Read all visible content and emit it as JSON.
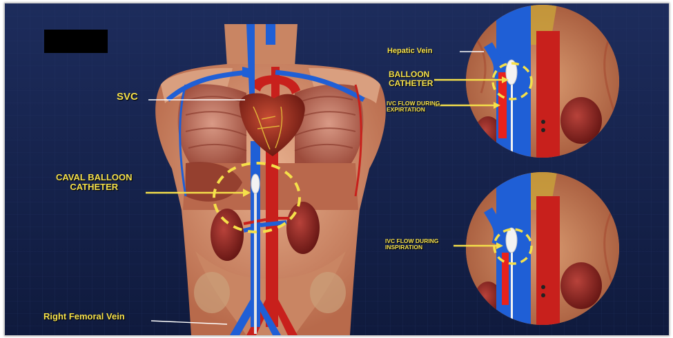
{
  "labels": {
    "svc": "SVC",
    "caval_line1": "CAVAL BALLOON",
    "caval_line2": "CATHETER",
    "right_femoral": "Right Femoral Vein",
    "hepatic": "Hepatic Vein",
    "balloon_line1": "BALLOON",
    "balloon_line2": "CATHETER",
    "exp_line1": "IVC FLOW DURING",
    "exp_line2": "EXPIRTATION",
    "insp_line1": "IVC FLOW DURING",
    "insp_line2": "INSPIRATION"
  },
  "colors": {
    "background": "#17254f",
    "label": "#f5e04a",
    "vein": "#1f5fd6",
    "artery": "#c8201c",
    "highlight_dashed": "#f5e04a",
    "redaction": "#000000"
  }
}
